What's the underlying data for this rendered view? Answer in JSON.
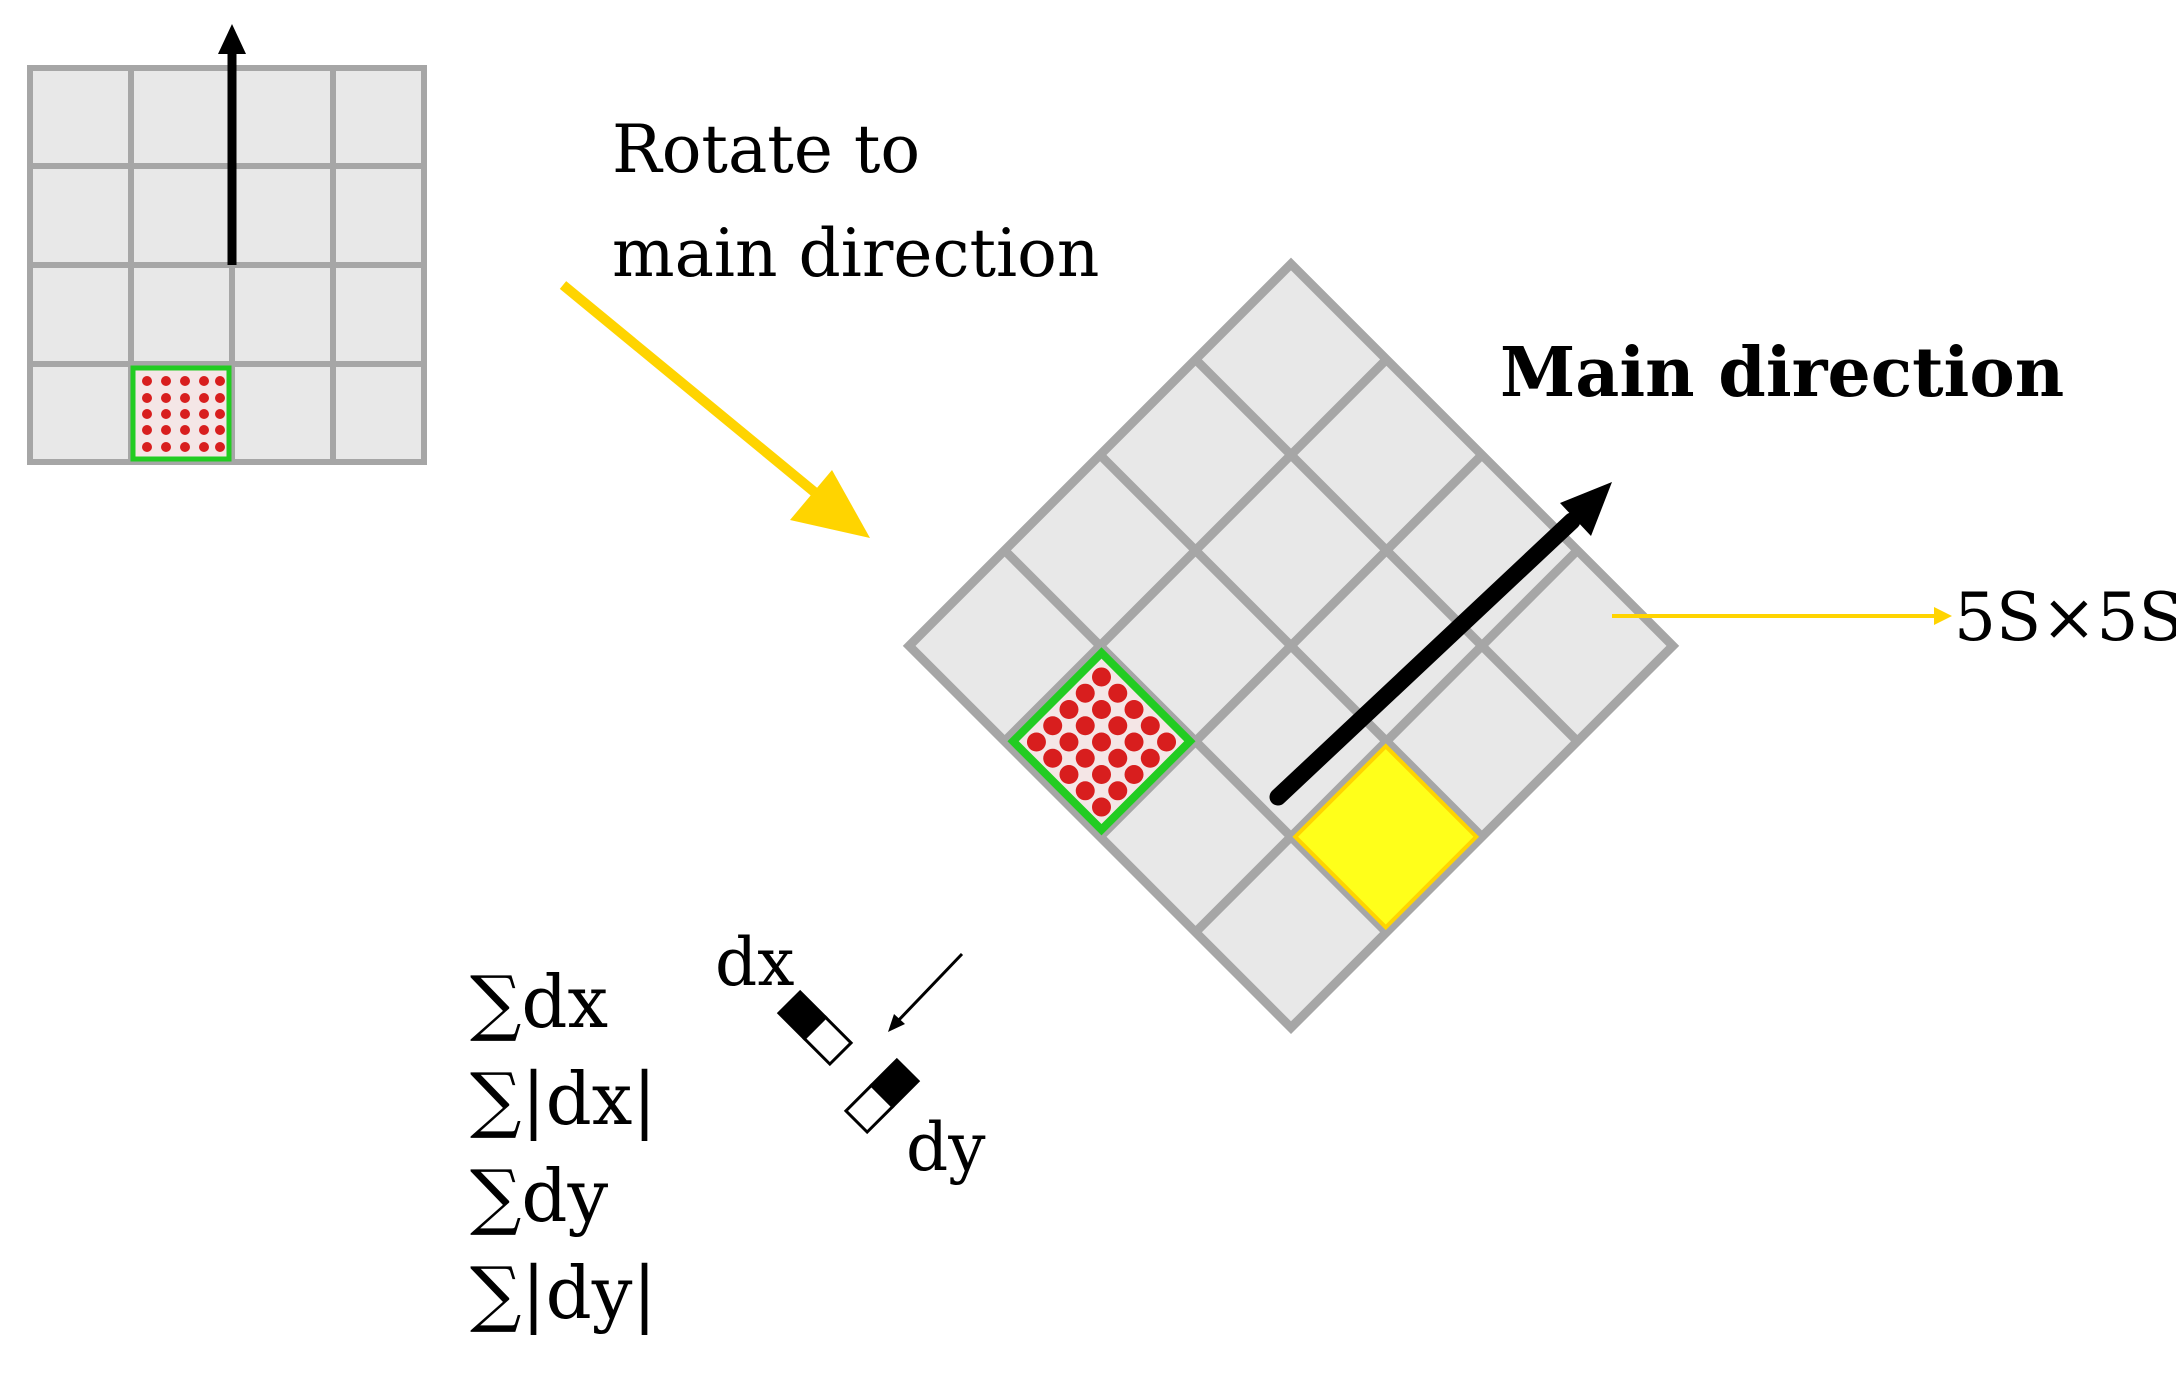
{
  "labels": {
    "rotate_line1": "Rotate to",
    "rotate_line2": "main direction",
    "main_direction": "Main direction",
    "window_size": "5S×5S",
    "dx": "dx",
    "dy": "dy"
  },
  "sums": [
    "∑dx",
    "∑|dx|",
    "∑dy",
    "∑|dy|"
  ],
  "colors": {
    "cell_fill": "#e8e8e8",
    "grid_line": "#a6a6a6",
    "highlight_yellow": "#ffff1a",
    "arrow_yellow": "#ffd400",
    "subregion_border": "#22cc22",
    "sample_dots": "#d81e1e",
    "arrow": "#000000"
  },
  "grid": {
    "rows": 4,
    "cols": 4,
    "sample_points": "5×5"
  }
}
